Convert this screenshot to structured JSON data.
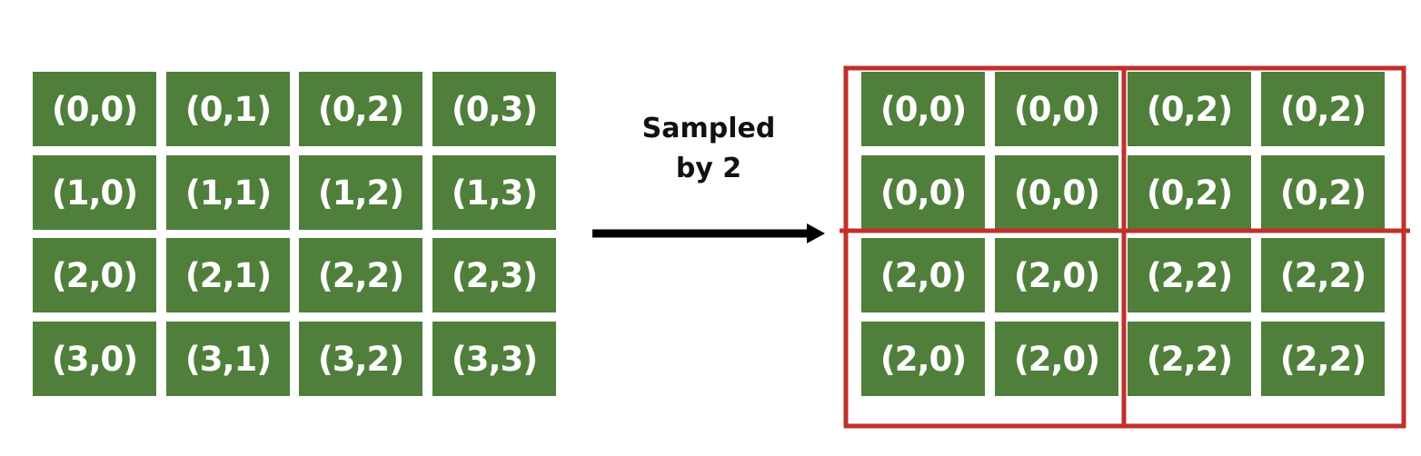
{
  "arrow": {
    "label_line1": "Sampled",
    "label_line2": "by 2"
  },
  "input_grid": {
    "rows": [
      [
        "(0,0)",
        "(0,1)",
        "(0,2)",
        "(0,3)"
      ],
      [
        "(1,0)",
        "(1,1)",
        "(1,2)",
        "(1,3)"
      ],
      [
        "(2,0)",
        "(2,1)",
        "(2,2)",
        "(2,3)"
      ],
      [
        "(3,0)",
        "(3,1)",
        "(3,2)",
        "(3,3)"
      ]
    ]
  },
  "output_grid": {
    "rows": [
      [
        "(0,0)",
        "(0,0)",
        "(0,2)",
        "(0,2)"
      ],
      [
        "(0,0)",
        "(0,0)",
        "(0,2)",
        "(0,2)"
      ],
      [
        "(2,0)",
        "(2,0)",
        "(2,2)",
        "(2,2)"
      ],
      [
        "(2,0)",
        "(2,0)",
        "(2,2)",
        "(2,2)"
      ]
    ]
  },
  "colors": {
    "cell_fill": "#4f7f3a",
    "cell_text": "#ffffff",
    "block_outline": "#c0302b",
    "arrow": "#000000"
  }
}
